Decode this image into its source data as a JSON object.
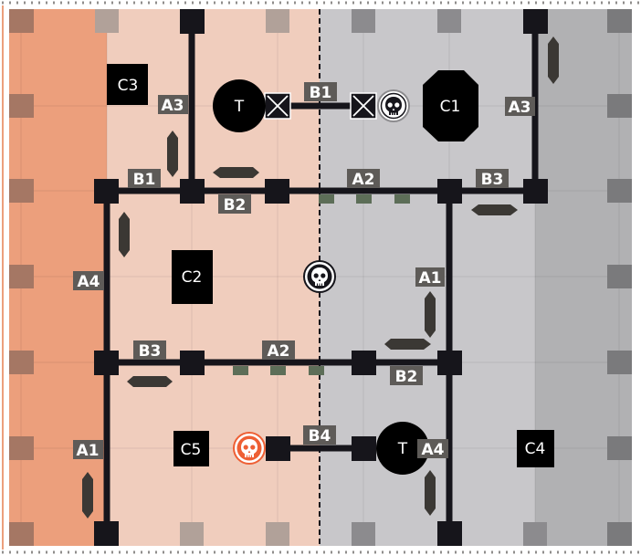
{
  "colors": {
    "zone_orange_dark": "#ec9f7c",
    "zone_orange_light": "#f0cdbd",
    "zone_grey_light": "#c8c7ca",
    "zone_grey_dark": "#b1b1b3",
    "edge_marker_orange": "#a57764",
    "edge_marker_light": "#b1a199",
    "edge_marker_grey": "#8c8b8e",
    "edge_marker_darkgrey": "#7a7a7c",
    "wall": "#16151b",
    "label_bg": "#5e5b58",
    "obstacle": "#3b3834",
    "ammo": "#5d6e58",
    "accent_orange": "#ee5f34"
  },
  "nodes": {
    "c1": "C1",
    "c2": "C2",
    "c3": "C3",
    "c4": "C4",
    "c5": "C5",
    "t_top": "T",
    "t_bottom": "T"
  },
  "labels": {
    "b1_top": "B1",
    "a3_left": "A3",
    "a3_right": "A3",
    "b1_left": "B1",
    "b2_top": "B2",
    "a2_top": "A2",
    "b3_right": "B3",
    "a4_left": "A4",
    "a1_right": "A1",
    "b3_mid": "B3",
    "a2_mid": "A2",
    "b2_mid": "B2",
    "b4_bottom": "B4",
    "a1_left": "A1",
    "a4_bottom": "A4"
  },
  "icons": {
    "skull_white": "skull-icon",
    "skull_black": "skull-icon",
    "skull_orange": "skull-icon",
    "crossed_box": "crossed-box-icon"
  }
}
